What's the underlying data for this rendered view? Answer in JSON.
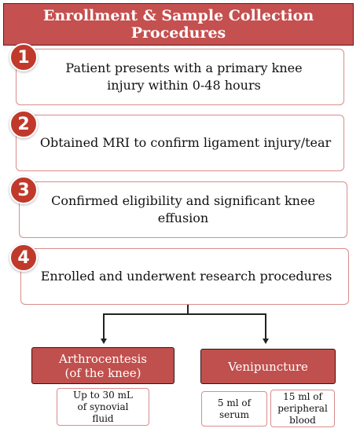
{
  "title": "Enrollment & Sample Collection Procedures",
  "steps": [
    {
      "number": "1",
      "text": "Patient presents with a primary knee injury within 0-48 hours"
    },
    {
      "number": "2",
      "text": "Obtained MRI to confirm ligament injury/tear"
    },
    {
      "number": "3",
      "text": "Confirmed eligibility and significant knee effusion"
    },
    {
      "number": "4",
      "text": "Enrolled and underwent research procedures"
    }
  ],
  "procedures": [
    {
      "label": "Arthrocentesis (of the knee)",
      "details": [
        "Up to 30 mL of synovial fluid"
      ]
    },
    {
      "label": "Venipuncture",
      "details": [
        "5 ml of serum",
        "15 ml of peripheral blood"
      ]
    }
  ]
}
